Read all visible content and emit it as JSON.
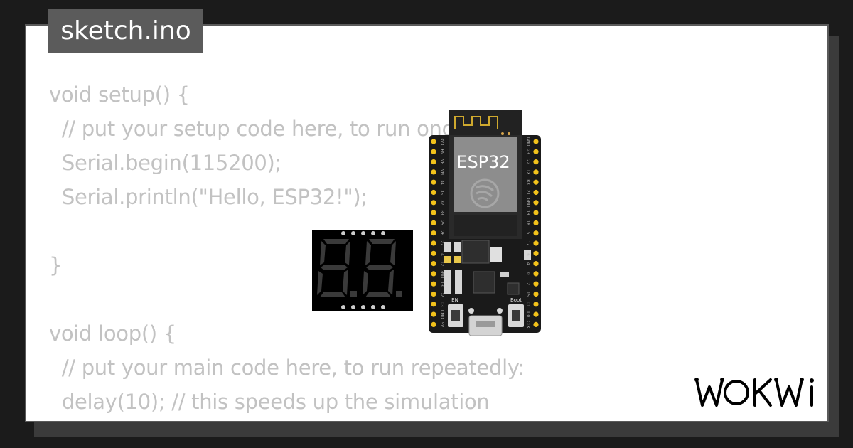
{
  "tab": {
    "filename": "sketch.ino"
  },
  "code_lines": [
    "void setup() {",
    "  // put your setup code here, to run once:",
    "  Serial.begin(115200);",
    "  Serial.println(\"Hello, ESP32!\");",
    "",
    "}",
    "",
    "void loop() {",
    "  // put your main code here, to run repeatedly:",
    "  delay(10); // this speeds up the simulation",
    "}"
  ],
  "board": {
    "chip_label": "ESP32",
    "en_label": "EN",
    "boot_label": "Boot",
    "left_pins": [
      "3V3",
      "EN",
      "VP",
      "VN",
      "34",
      "35",
      "32",
      "33",
      "25",
      "26",
      "27",
      "14",
      "12",
      "GND",
      "13",
      "D2",
      "D3",
      "CMD",
      "5V"
    ],
    "right_pins": [
      "GND",
      "23",
      "22",
      "TX",
      "RX",
      "21",
      "GND",
      "19",
      "18",
      "5",
      "17",
      "16",
      "4",
      "0",
      "2",
      "15",
      "D1",
      "D0",
      "CLK"
    ]
  },
  "display": {
    "digits": 2
  },
  "brand": {
    "logo": "WOKWI"
  },
  "colors": {
    "background": "#1b1b1b",
    "panel": "#ffffff",
    "tab": "#5b5b5b",
    "code_text": "#c2c2c2",
    "pcb": "#1a1a1a",
    "pin": "#f2c21b",
    "segment_off": "#3a3a3a"
  }
}
